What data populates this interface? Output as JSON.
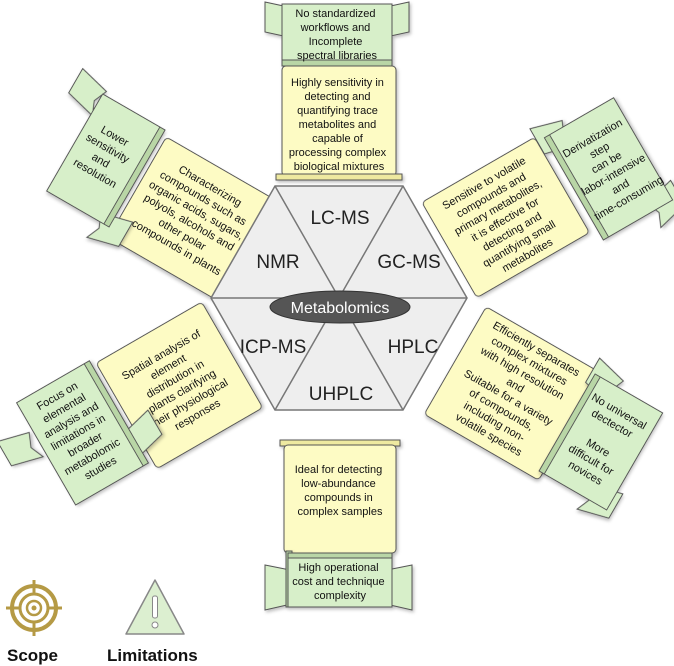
{
  "center_label": "Metabolomics",
  "techniques": {
    "top": "LC-MS",
    "upper_right": "GC-MS",
    "lower_right": "HPLC",
    "bottom": "UHPLC",
    "lower_left": "ICP-MS",
    "upper_left": "NMR"
  },
  "lcms": {
    "limitation": [
      "No standardized",
      "workflows and",
      "Incomplete",
      "spectral libraries"
    ],
    "scope": [
      "Highly sensitivity in",
      "detecting and",
      "quantifying trace",
      "metabolites and",
      "capable of",
      "processing complex",
      "biological mixtures"
    ]
  },
  "gcms": {
    "scope": [
      "Sensitive to volatile",
      "compounds and",
      "primary metabolites,",
      "it is effective for",
      "detecting and",
      "quantifying small",
      "metabolites"
    ],
    "limitation": [
      "Derivatization",
      "step",
      "can be",
      "labor-intensive",
      "and",
      "time-consuming"
    ]
  },
  "hplc": {
    "scope": [
      "Efficiently separates",
      "complex mixtures",
      "with high resolution",
      "and",
      "Suitable for a variety",
      "of compounds,",
      "including non-",
      "volatile species"
    ],
    "limitation": [
      "No universal",
      "dectector",
      "",
      "More",
      "difficult for",
      "novices"
    ]
  },
  "uhplc": {
    "scope": [
      "Ideal for detecting",
      "low-abundance",
      "compounds in",
      "complex samples"
    ],
    "limitation": [
      "High operational",
      "cost and technique",
      "complexity"
    ]
  },
  "icpms": {
    "scope": [
      "Spatial analysis of",
      "element",
      "distribution in",
      "plants clarifying",
      "their physiological",
      "responses"
    ],
    "limitation": [
      "Focus on",
      "elemental",
      "analysis and",
      "limitations in",
      "broader",
      "metabolomic",
      "studies"
    ]
  },
  "nmr": {
    "scope": [
      "Characterizing",
      "compounds such as",
      "organic acids, sugars,",
      "polyols, alcohols and",
      "other polar",
      "compounds in plants"
    ],
    "limitation": [
      "Lower",
      "sensitivity",
      "and",
      "resolution"
    ]
  },
  "legend": {
    "scope_label": "Scope",
    "limitations_label": "Limitations",
    "scope_icon": "target-crosshair-icon",
    "limitations_icon": "warning-triangle-icon"
  },
  "colors": {
    "scope_fill": "#fdfbc4",
    "limitation_fill": "#d7efc9",
    "hexagon_fill": "#eeeeee",
    "center_oval": "#555555",
    "outline": "#555555",
    "scope_icon": "#b59a45",
    "warning_icon": "#dcefd0"
  }
}
